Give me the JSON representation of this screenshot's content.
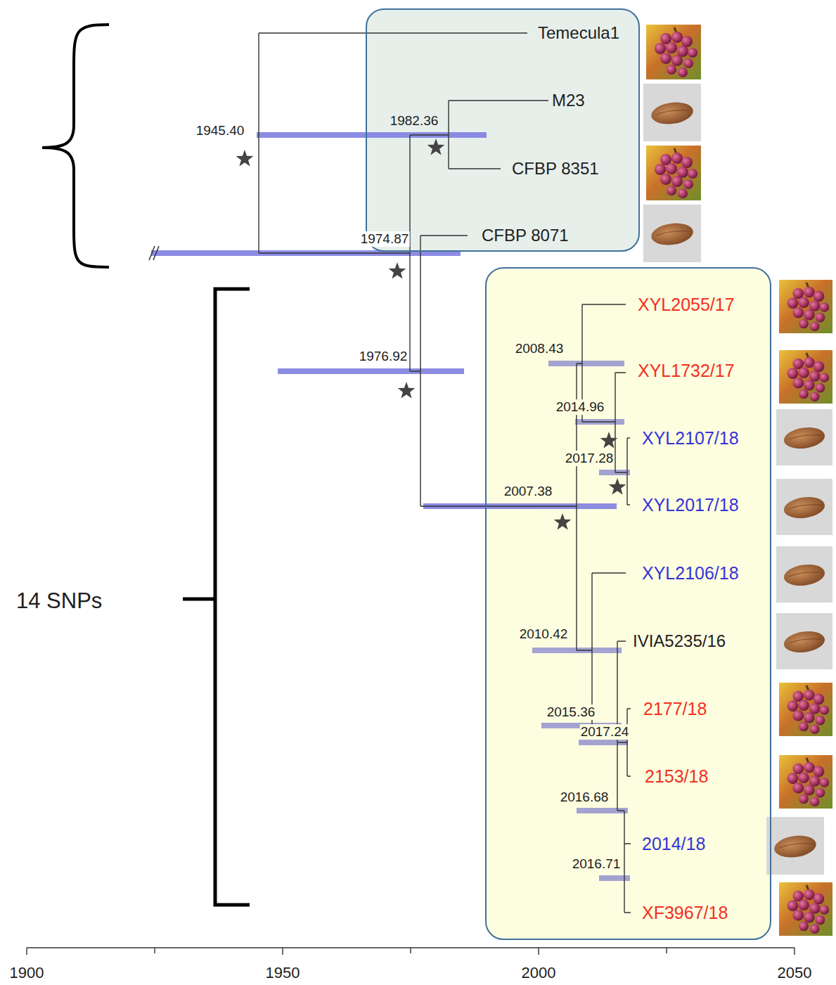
{
  "diagram": {
    "nodes": [
      {
        "text": [
          "Temecula1",
          "M23",
          "CFBP 8351",
          "CFBP 8071"
        ]
      },
      {
        "text": [
          "XYL2055/17",
          "XYL1732/17",
          "XYL2107/18",
          "XYL2017/18",
          "XYL2106/18",
          "IVIA5235/16",
          "2177/18",
          "2153/18",
          "2014/18",
          "XF3967/18"
        ]
      }
    ],
    "labels": [
      "1945.40",
      "1982.36",
      "1974.87",
      "1976.92",
      "2008.43",
      "2014.96",
      "2017.28",
      "2007.38",
      "2010.42",
      "2015.36",
      "2017.24",
      "2016.68",
      "2016.71",
      "14 SNPs",
      "1900",
      "1950",
      "2000",
      "2050"
    ]
  }
}
